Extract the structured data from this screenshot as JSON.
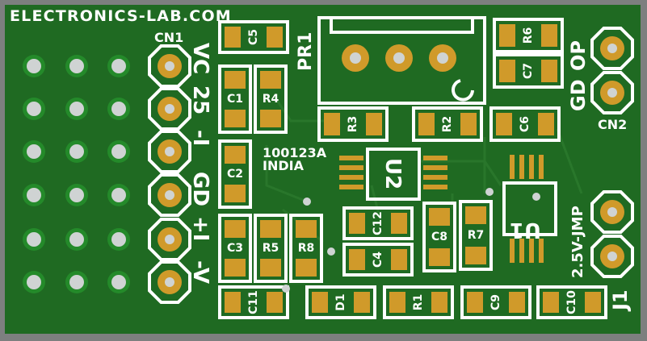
{
  "board": {
    "site_label": "ELECTRONICS-LAB.COM",
    "code_line1": "100123A",
    "code_line2": "INDIA",
    "colors": {
      "substrate": "#7d7f7f",
      "soldermask": "#1f6a22",
      "copper": "#d09a2a",
      "silkscreen": "#ffffff",
      "drill": "#cfd3d3"
    }
  },
  "connectors": {
    "cn1": {
      "label": "CN1",
      "pins": [
        "VC",
        "25",
        "-I",
        "GD",
        "+I",
        "-V"
      ]
    },
    "cn2": {
      "label": "CN2",
      "pins": [
        "GD",
        "OP"
      ]
    },
    "j1": {
      "label": "J1",
      "title": "2.5V-JMP"
    },
    "pr1": {
      "label": "PR1"
    }
  },
  "ics": {
    "u1": "U1",
    "u2": "U2"
  },
  "parts": {
    "c1": "C1",
    "c2": "C2",
    "c3": "C3",
    "c4": "C4",
    "c5": "C5",
    "c6": "C6",
    "c7": "C7",
    "c8": "C8",
    "c9": "C9",
    "c10": "C10",
    "c11": "C11",
    "c12": "C12",
    "r1": "R1",
    "r2": "R2",
    "r3": "R3",
    "r4": "R4",
    "r5": "R5",
    "r6": "R6",
    "r7": "R7",
    "r8": "R8",
    "d1": "D1"
  }
}
